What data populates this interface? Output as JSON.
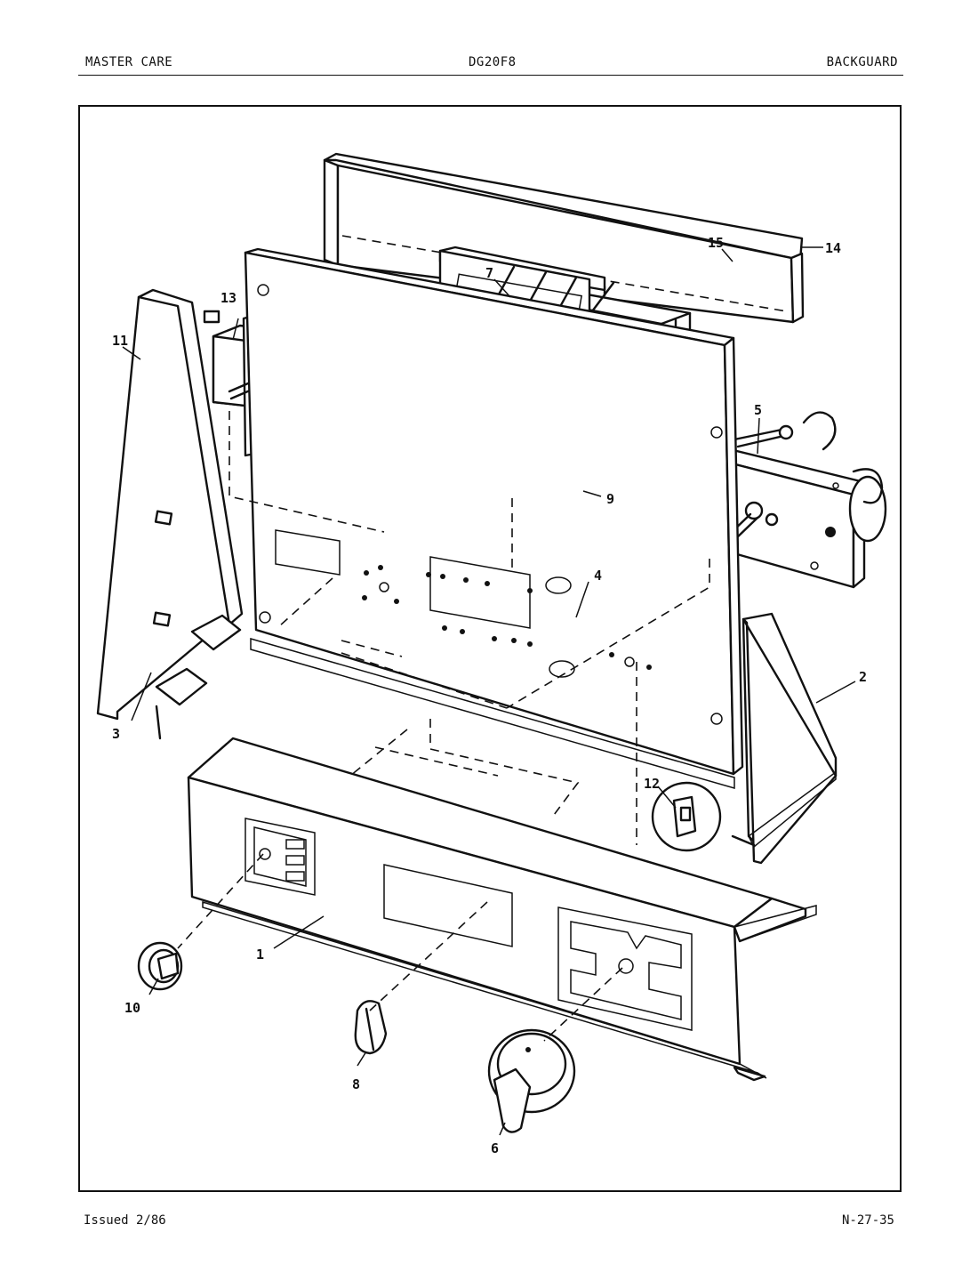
{
  "header": {
    "left": "MASTER CARE",
    "center": "DG20F8",
    "right": "BACKGUARD"
  },
  "footer": {
    "left": "Issued 2/86",
    "right": "N-27-35"
  },
  "diagram": {
    "callouts": [
      "1",
      "2",
      "3",
      "4",
      "5",
      "6",
      "7",
      "8",
      "9",
      "10",
      "11",
      "12",
      "13",
      "14",
      "15"
    ]
  }
}
